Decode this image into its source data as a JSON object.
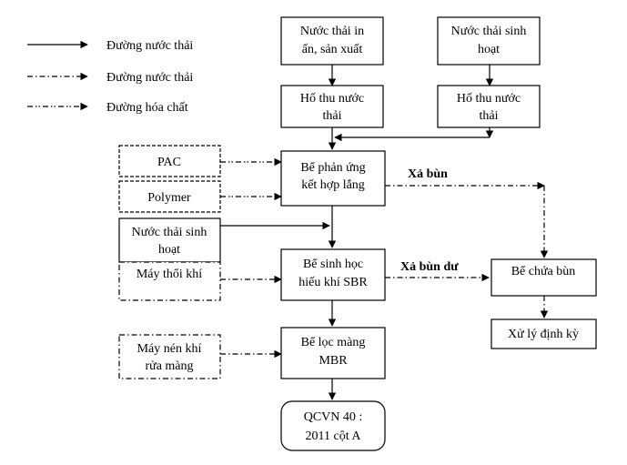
{
  "legend": {
    "items": [
      {
        "label": "Đường nước thải",
        "style": "solid"
      },
      {
        "label": "Đường nước thải",
        "style": "dashdot"
      },
      {
        "label": "Đường hóa chất",
        "style": "dashdotdot"
      }
    ]
  },
  "nodes": {
    "wastewater_printing": [
      "Nước thải in",
      "ấn, sản xuất"
    ],
    "wastewater_domestic_top": [
      "Nước thải sinh",
      "hoạt"
    ],
    "collection_tank_1": [
      "Hố thu nước",
      "thải"
    ],
    "collection_tank_2": [
      "Hố thu nước",
      "thải"
    ],
    "reaction_tank": [
      "Bể phản ứng",
      "kết hợp lắng"
    ],
    "sbr_tank": [
      "Bể sinh học",
      "hiếu khí SBR"
    ],
    "mbr_tank": [
      "Bể lọc màng",
      "MBR"
    ],
    "qcvn_output": [
      "QCVN 40 :",
      "2011 cột A"
    ],
    "pac": [
      "PAC"
    ],
    "polymer": [
      "Polymer"
    ],
    "wastewater_domestic_left": [
      "Nước thải sinh",
      "hoạt"
    ],
    "air_blower": [
      "Máy thổi khí"
    ],
    "air_compressor": [
      "Máy nén khí",
      "rửa màng"
    ],
    "sludge_tank": [
      "Bể chứa bùn"
    ],
    "periodic_treatment": [
      "Xử lý định kỳ"
    ]
  },
  "edges": {
    "sludge_discharge": "Xả bùn",
    "excess_sludge_discharge": "Xả bùn dư"
  }
}
